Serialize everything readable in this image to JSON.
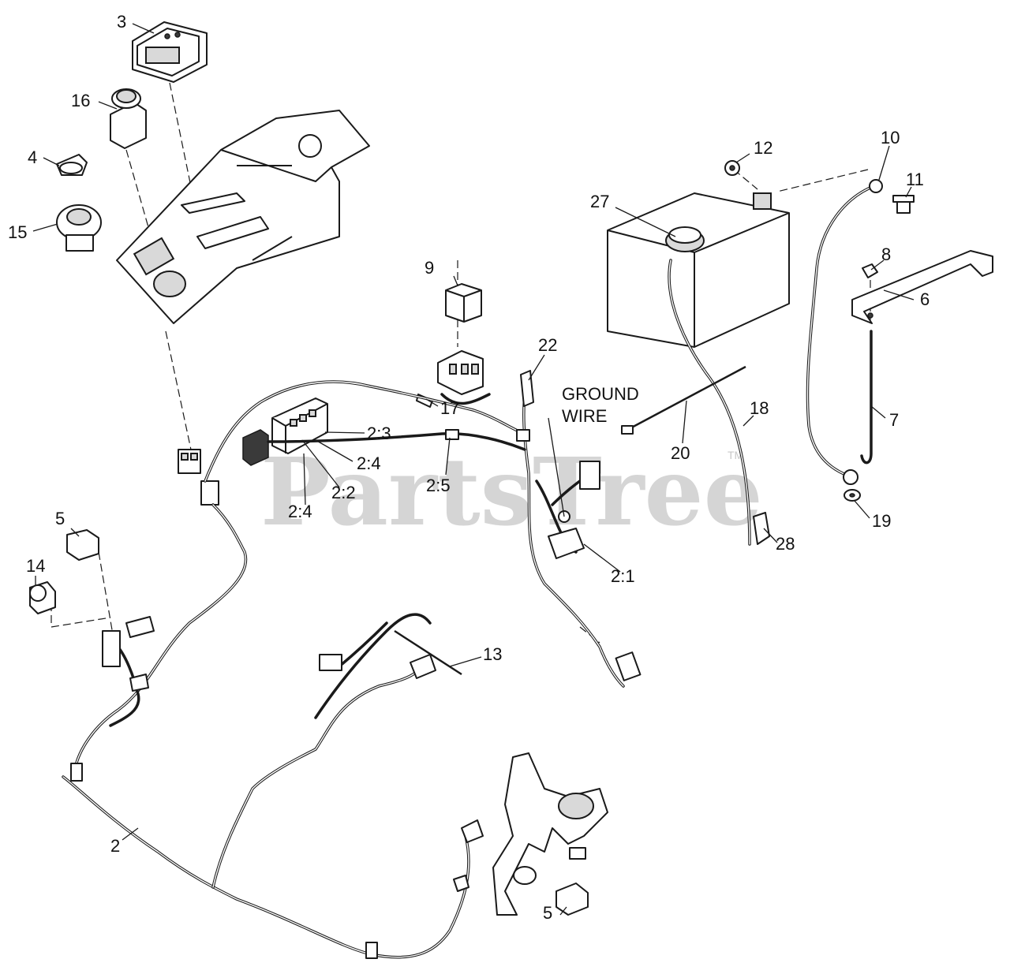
{
  "diagram": {
    "watermark": "PartsTree",
    "watermark_tm": "TM",
    "note_ground_wire": [
      "GROUND",
      "WIRE"
    ],
    "callouts": [
      {
        "id": "c3",
        "text": "3"
      },
      {
        "id": "c16",
        "text": "16"
      },
      {
        "id": "c4",
        "text": "4"
      },
      {
        "id": "c15",
        "text": "15"
      },
      {
        "id": "c9",
        "text": "9"
      },
      {
        "id": "c22",
        "text": "22"
      },
      {
        "id": "c17",
        "text": "17"
      },
      {
        "id": "c2-3",
        "text": "2:3"
      },
      {
        "id": "c2-4a",
        "text": "2:4"
      },
      {
        "id": "c2-2",
        "text": "2:2"
      },
      {
        "id": "c2-4b",
        "text": "2:4"
      },
      {
        "id": "c2-5",
        "text": "2:5"
      },
      {
        "id": "c12",
        "text": "12"
      },
      {
        "id": "c10",
        "text": "10"
      },
      {
        "id": "c11",
        "text": "11"
      },
      {
        "id": "c27",
        "text": "27"
      },
      {
        "id": "c8",
        "text": "8"
      },
      {
        "id": "c6",
        "text": "6"
      },
      {
        "id": "c7",
        "text": "7"
      },
      {
        "id": "c18",
        "text": "18"
      },
      {
        "id": "c20",
        "text": "20"
      },
      {
        "id": "c19",
        "text": "19"
      },
      {
        "id": "c28",
        "text": "28"
      },
      {
        "id": "c2-1",
        "text": "2:1"
      },
      {
        "id": "c5a",
        "text": "5"
      },
      {
        "id": "c14",
        "text": "14"
      },
      {
        "id": "c13",
        "text": "13"
      },
      {
        "id": "c2",
        "text": "2"
      },
      {
        "id": "c5b",
        "text": "5"
      }
    ]
  }
}
